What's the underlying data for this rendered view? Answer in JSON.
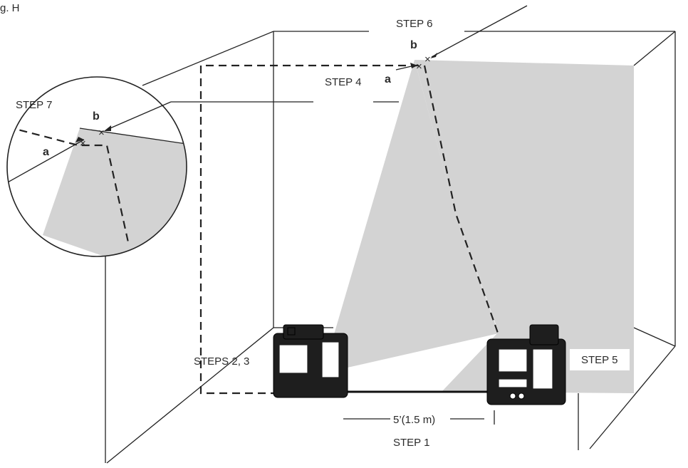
{
  "figure": {
    "label": "g. H"
  },
  "steps": {
    "step1": "STEP 1",
    "steps23": "STEPS 2, 3",
    "step4": "STEP 4",
    "step5": "STEP 5",
    "step6": "STEP 6",
    "step7": "STEP 7"
  },
  "marks": {
    "a": "a",
    "b": "b"
  },
  "dimension": {
    "distance": "5’(1.5 m)"
  },
  "colors": {
    "wall_shade": "#d3d3d3",
    "line": "#222222",
    "laser_body": "#1e1e1e"
  }
}
